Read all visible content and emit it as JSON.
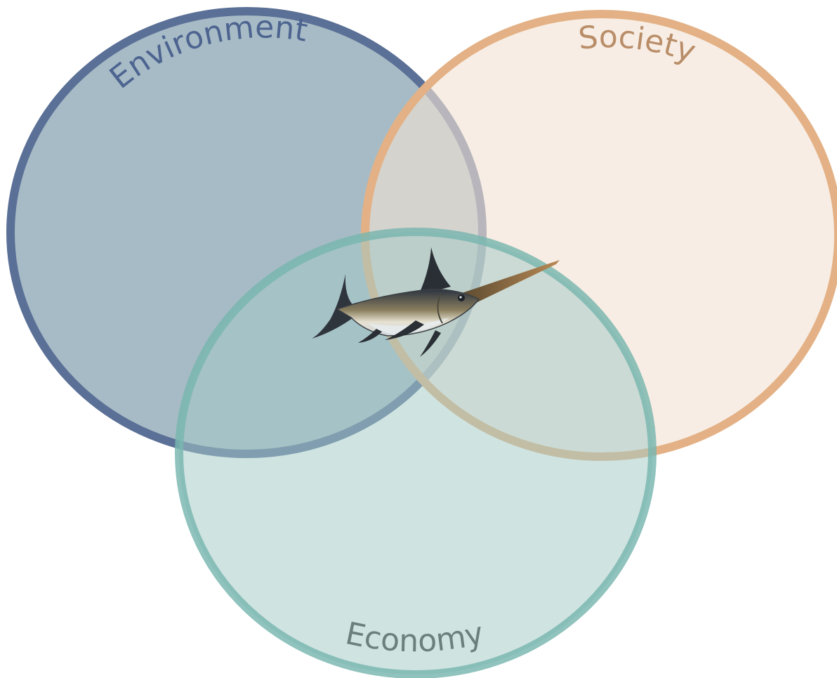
{
  "diagram": {
    "type": "venn",
    "sets": [
      {
        "id": "environment",
        "label": "Environment",
        "fill": "#a7bbc6",
        "stroke": "#5b7096",
        "label_color": "#4d6490"
      },
      {
        "id": "society",
        "label": "Society",
        "fill": "#f2e2d3",
        "stroke": "#e3b185",
        "label_color": "#b98d68"
      },
      {
        "id": "economy",
        "label": "Economy",
        "fill": "#a3c9c5",
        "stroke": "#78b6ae",
        "label_color": "#6b7f7c"
      }
    ],
    "center_illustration": "swordfish-icon"
  }
}
